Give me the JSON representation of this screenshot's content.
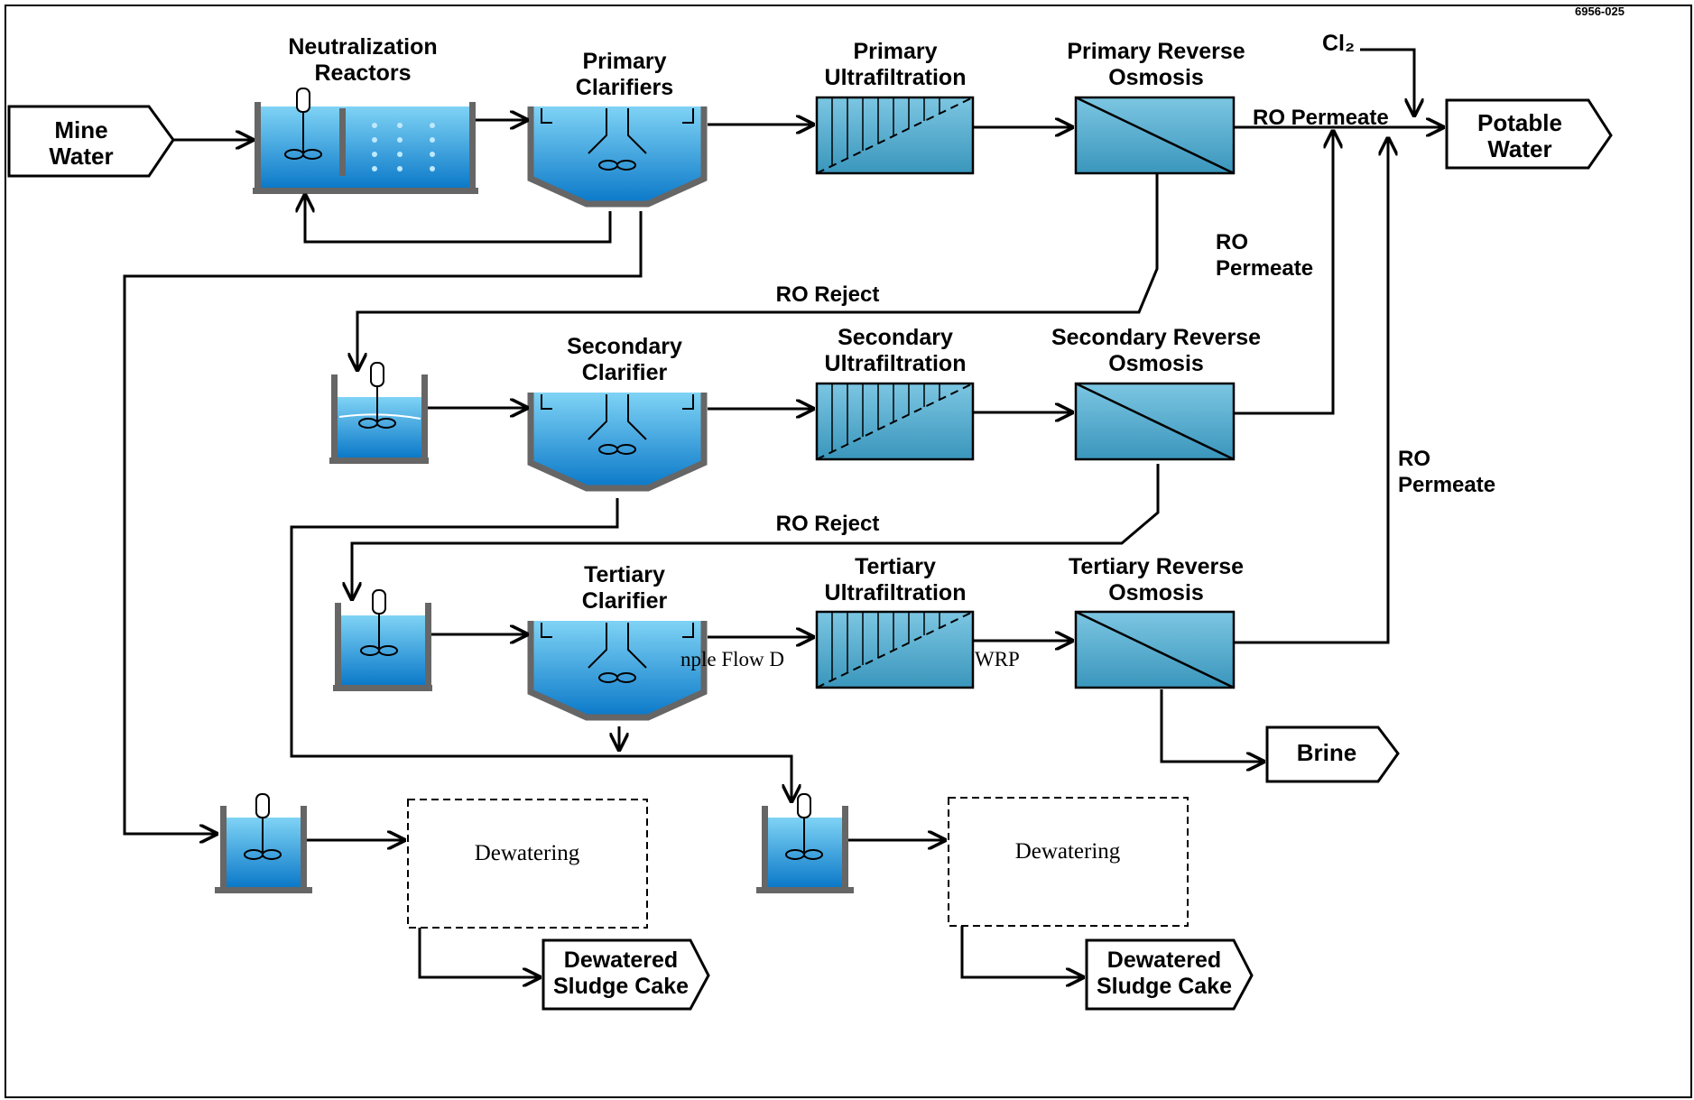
{
  "ref_code": "6956-025",
  "inputs": {
    "mine_water": [
      "Mine",
      "Water"
    ]
  },
  "outputs": {
    "potable_water": [
      "Potable",
      "Water"
    ],
    "brine": "Brine",
    "sludge_cake_1": [
      "Dewatered",
      "Sludge Cake"
    ],
    "sludge_cake_2": [
      "Dewatered",
      "Sludge Cake"
    ]
  },
  "chemical": "Cl₂",
  "units": {
    "neutralization": [
      "Neutralization",
      "Reactors"
    ],
    "primary_clarifiers": [
      "Primary",
      "Clarifiers"
    ],
    "primary_uf": [
      "Primary",
      "Ultrafiltration"
    ],
    "primary_ro": [
      "Primary Reverse",
      "Osmosis"
    ],
    "secondary_clarifier": [
      "Secondary",
      "Clarifier"
    ],
    "secondary_uf": [
      "Secondary",
      "Ultrafiltration"
    ],
    "secondary_ro": [
      "Secondary Reverse",
      "Osmosis"
    ],
    "tertiary_clarifier": [
      "Tertiary",
      "Clarifier"
    ],
    "tertiary_uf": [
      "Tertiary",
      "Ultrafiltration"
    ],
    "tertiary_ro": [
      "Tertiary Reverse",
      "Osmosis"
    ],
    "dewatering_1": "Dewatering",
    "dewatering_2": "Dewatering"
  },
  "streams": {
    "ro_permeate_top": "RO Permeate",
    "ro_permeate_mid": [
      "RO",
      "Permeate"
    ],
    "ro_permeate_low": [
      "RO",
      "Permeate"
    ],
    "ro_reject_1": "RO Reject",
    "ro_reject_2": "RO Reject"
  },
  "caption_fragments": {
    "left": "nple Flow D",
    "right": "WRP"
  },
  "colors": {
    "water_top": "#7fd3f5",
    "water_bottom": "#0a78c8",
    "membrane": "#5ab0d0",
    "tank_wall": "#666666"
  }
}
